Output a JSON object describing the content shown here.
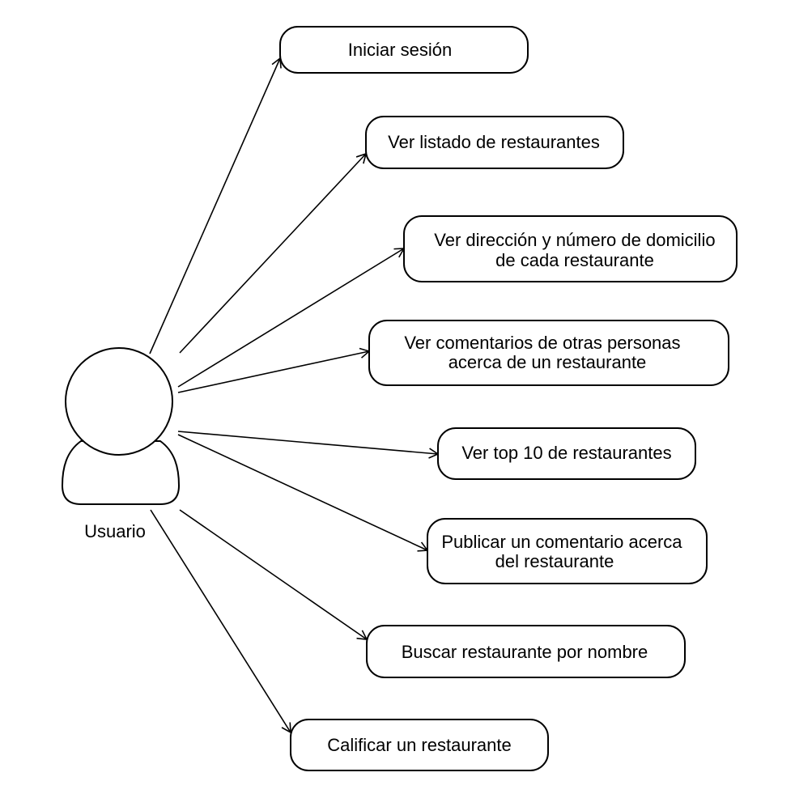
{
  "actor": {
    "label": "Usuario"
  },
  "use_cases": [
    {
      "id": "iniciar-sesion",
      "lines": [
        "Iniciar sesión"
      ]
    },
    {
      "id": "ver-listado",
      "lines": [
        "Ver listado de restaurantes"
      ]
    },
    {
      "id": "ver-direccion",
      "lines": [
        "Ver dirección y número de domicilio",
        "de cada restaurante"
      ]
    },
    {
      "id": "ver-comentarios",
      "lines": [
        "Ver comentarios de otras personas",
        "acerca de un restaurante"
      ]
    },
    {
      "id": "ver-top10",
      "lines": [
        "Ver top 10 de restaurantes"
      ]
    },
    {
      "id": "publicar-comentario",
      "lines": [
        "Publicar un comentario acerca",
        "del restaurante"
      ]
    },
    {
      "id": "buscar-restaurante",
      "lines": [
        "Buscar restaurante por nombre"
      ]
    },
    {
      "id": "calificar-restaurante",
      "lines": [
        "Calificar un restaurante"
      ]
    }
  ],
  "edges": [
    {
      "from": "actor",
      "to": "iniciar-sesion"
    },
    {
      "from": "actor",
      "to": "ver-listado"
    },
    {
      "from": "actor",
      "to": "ver-direccion"
    },
    {
      "from": "actor",
      "to": "ver-comentarios"
    },
    {
      "from": "actor",
      "to": "ver-top10"
    },
    {
      "from": "actor",
      "to": "publicar-comentario"
    },
    {
      "from": "actor",
      "to": "buscar-restaurante"
    },
    {
      "from": "actor",
      "to": "calificar-restaurante"
    }
  ]
}
